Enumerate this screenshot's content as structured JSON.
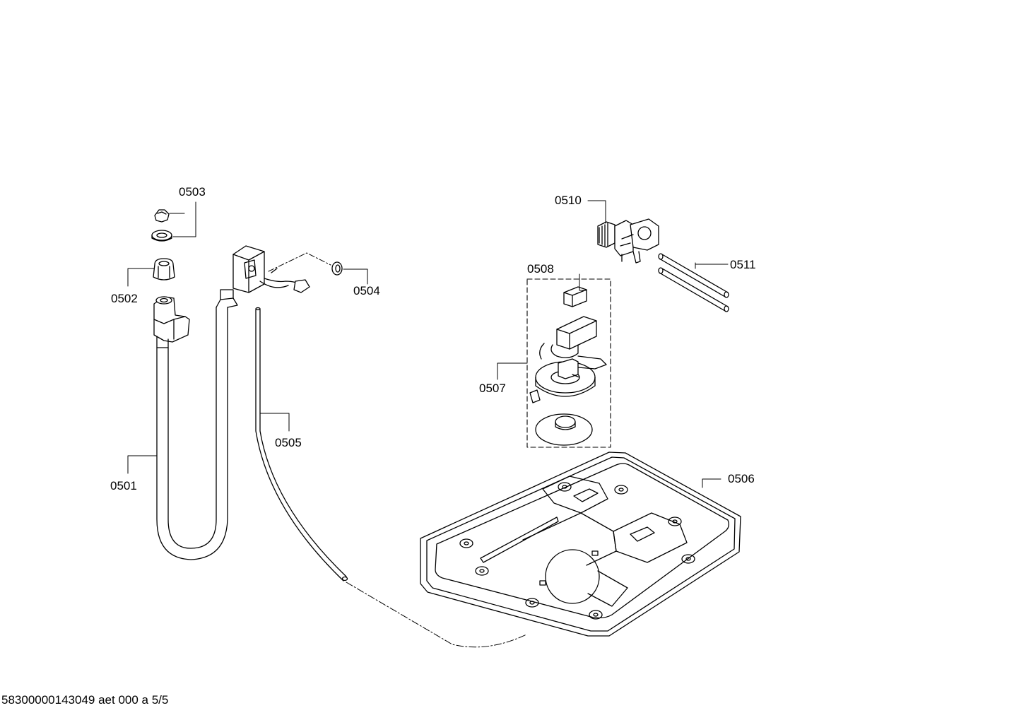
{
  "diagram": {
    "callouts": {
      "p0501": "0501",
      "p0502": "0502",
      "p0503": "0503",
      "p0504": "0504",
      "p0505": "0505",
      "p0506": "0506",
      "p0507": "0507",
      "p0508": "0508",
      "p0510": "0510",
      "p0511": "0511"
    },
    "footer": "58300000143049 aet 000 a 5/5"
  }
}
